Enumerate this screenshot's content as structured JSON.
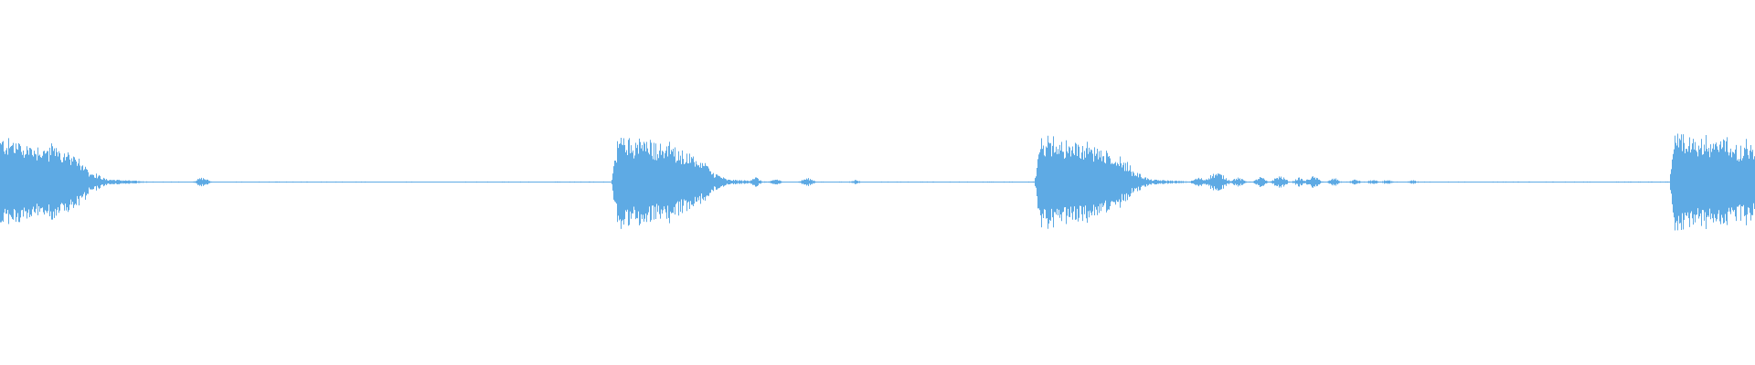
{
  "waveform": {
    "color": "#5eaae4",
    "background": "#ffffff",
    "duration_units": 1,
    "events": [
      {
        "start": 0.0,
        "attack": 0.0,
        "sustain": 0.03,
        "decay": 0.03,
        "peak": 0.95,
        "tail": 0.07
      },
      {
        "start": 0.348,
        "attack": 0.004,
        "sustain": 0.03,
        "decay": 0.032,
        "peak": 1.0,
        "tail": 0.06
      },
      {
        "start": 0.589,
        "attack": 0.004,
        "sustain": 0.03,
        "decay": 0.032,
        "peak": 0.98,
        "tail": 0.06
      },
      {
        "start": 0.951,
        "attack": 0.003,
        "sustain": 0.049,
        "decay": 0.0,
        "peak": 1.0,
        "tail": 0.0
      }
    ],
    "bumps": [
      {
        "center": 0.115,
        "width": 0.004,
        "height": 0.1
      },
      {
        "center": 0.43,
        "width": 0.003,
        "height": 0.12
      },
      {
        "center": 0.442,
        "width": 0.003,
        "height": 0.07
      },
      {
        "center": 0.46,
        "width": 0.004,
        "height": 0.09
      },
      {
        "center": 0.487,
        "width": 0.003,
        "height": 0.05
      },
      {
        "center": 0.683,
        "width": 0.004,
        "height": 0.1
      },
      {
        "center": 0.693,
        "width": 0.006,
        "height": 0.22
      },
      {
        "center": 0.705,
        "width": 0.004,
        "height": 0.1
      },
      {
        "center": 0.718,
        "width": 0.003,
        "height": 0.12
      },
      {
        "center": 0.729,
        "width": 0.004,
        "height": 0.14
      },
      {
        "center": 0.74,
        "width": 0.003,
        "height": 0.1
      },
      {
        "center": 0.748,
        "width": 0.004,
        "height": 0.13
      },
      {
        "center": 0.76,
        "width": 0.003,
        "height": 0.09
      },
      {
        "center": 0.772,
        "width": 0.003,
        "height": 0.06
      },
      {
        "center": 0.782,
        "width": 0.003,
        "height": 0.05
      },
      {
        "center": 0.79,
        "width": 0.003,
        "height": 0.05
      },
      {
        "center": 0.805,
        "width": 0.003,
        "height": 0.04
      }
    ],
    "noise_floor": 0.012
  }
}
